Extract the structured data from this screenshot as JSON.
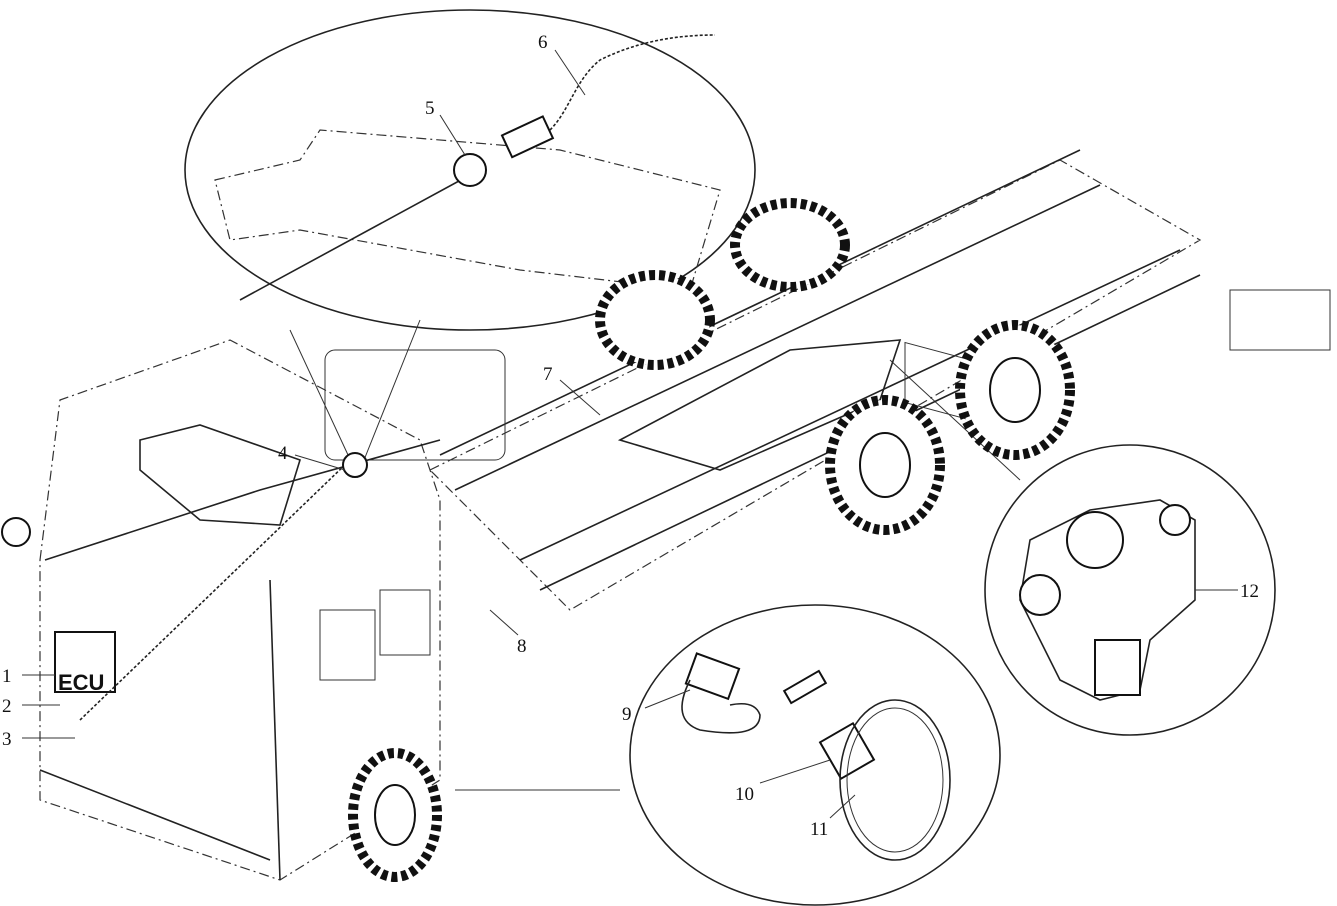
{
  "diagram": {
    "ecu_label": "ECU",
    "callouts": [
      "1",
      "2",
      "3",
      "4",
      "5",
      "6",
      "7",
      "8",
      "9",
      "10",
      "11",
      "12"
    ]
  }
}
